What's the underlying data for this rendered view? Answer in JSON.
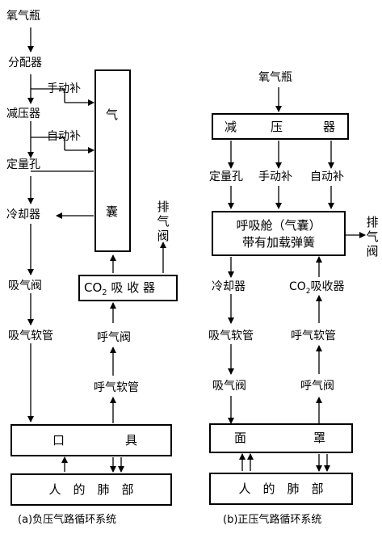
{
  "left": {
    "oxygen_bottle": "氧气瓶",
    "distributor": "分配器",
    "manual_supply": "手动补",
    "pressure_reducer": "减压器",
    "auto_supply": "自动补",
    "fixed_orifice": "定量孔",
    "cooler": "冷却器",
    "inhale_valve": "吸气阀",
    "inhale_hose": "吸气软管",
    "airbag_char1": "气",
    "airbag_char2": "囊",
    "exhaust_valve": "排气阀",
    "co2_prefix": "CO",
    "co2_sub": "2",
    "co2_suffix": " 吸 收 器",
    "exhale_valve": "呼气阀",
    "exhale_hose": "呼气软管",
    "mouthpiece_1": "口",
    "mouthpiece_2": "具",
    "lungs": "人　的　肺　部",
    "caption": "(a)负压气路循环系统"
  },
  "right": {
    "oxygen_bottle": "氧气瓶",
    "reducer_1": "减",
    "reducer_2": "压",
    "reducer_3": "器",
    "fixed_orifice": "定量孔",
    "manual_supply": "手动补",
    "auto_supply": "自动补",
    "chamber_line1": "呼吸舱（气囊）",
    "chamber_line2": "带有加载弹簧",
    "exhaust_valve": "排气阀",
    "cooler": "冷却器",
    "co2_prefix": "CO",
    "co2_sub": "2",
    "co2_suffix": "吸收器",
    "inhale_hose": "吸气软管",
    "exhale_hose": "呼气软管",
    "inhale_valve": "吸气阀",
    "exhale_valve": "呼气阀",
    "mask_1": "面",
    "mask_2": "罩",
    "lungs": "人　的　肺　部",
    "caption": "(b)正压气路循环系统"
  }
}
